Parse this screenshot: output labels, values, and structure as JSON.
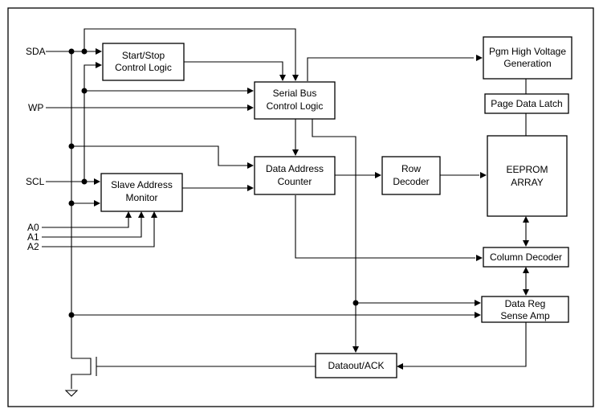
{
  "pins": {
    "sda": "SDA",
    "wp": "WP",
    "scl": "SCL",
    "a0": "A0",
    "a1": "A1",
    "a2": "A2"
  },
  "blocks": {
    "start_stop": [
      "Start/Stop",
      "Control Logic"
    ],
    "serial_bus": [
      "Serial Bus",
      "Control Logic"
    ],
    "slave_address": [
      "Slave Address",
      "Monitor"
    ],
    "data_address": [
      "Data Address",
      "Counter"
    ],
    "row_decoder": [
      "Row",
      "Decoder"
    ],
    "pgm_high_voltage": [
      "Pgm High Voltage",
      "Generation"
    ],
    "page_data_latch": [
      "Page Data Latch"
    ],
    "eeprom_array": [
      "EEPROM",
      "ARRAY"
    ],
    "column_decoder": [
      "Column Decoder"
    ],
    "data_reg": [
      "Data Reg",
      "Sense Amp"
    ],
    "dataout_ack": [
      "Dataout/ACK"
    ]
  }
}
